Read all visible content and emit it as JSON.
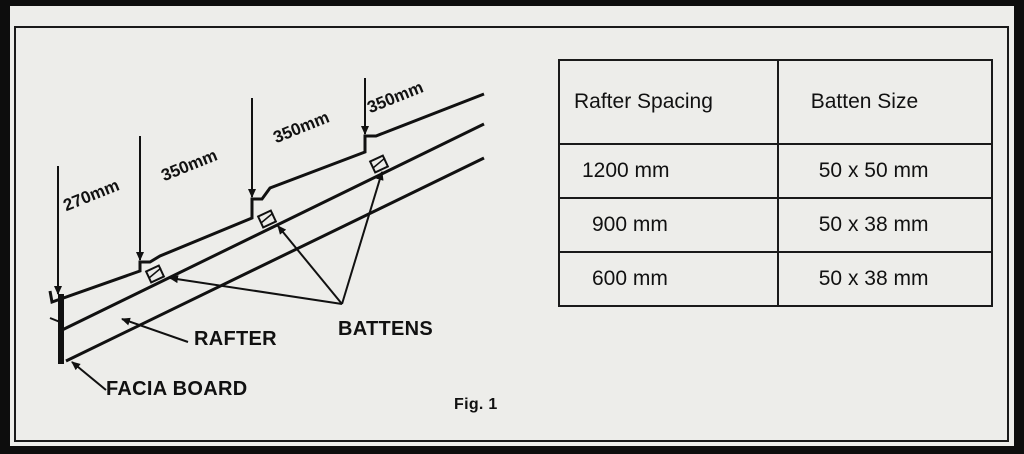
{
  "diagram": {
    "dimensions": [
      "270mm",
      "350mm",
      "350mm",
      "350mm"
    ],
    "labels": {
      "rafter": "RAFTER",
      "battens": "BATTENS",
      "facia_board": "FACIA BOARD",
      "figure": "Fig. 1"
    }
  },
  "table": {
    "headers": [
      "Rafter Spacing",
      "Batten Size"
    ],
    "rows": [
      [
        "1200 mm",
        "50 x 50 mm"
      ],
      [
        "900 mm",
        "50 x 38 mm"
      ],
      [
        "600 mm",
        "50 x 38 mm"
      ]
    ]
  }
}
